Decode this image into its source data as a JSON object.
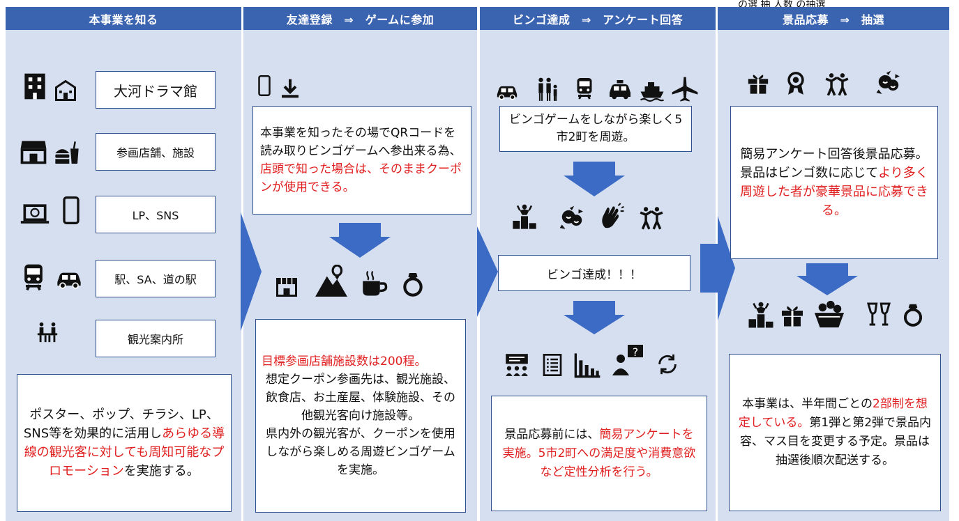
{
  "top_fragment": "の選 抽 人数 の抽選",
  "columns": [
    {
      "header": "本事業を知る",
      "channels": [
        {
          "label": "大河ドラマ館",
          "icons": [
            "building-icon",
            "school-icon"
          ]
        },
        {
          "label": "参画店舗、施設",
          "icons": [
            "storefront-icon",
            "fastfood-icon"
          ]
        },
        {
          "label": "LP、SNS",
          "icons": [
            "laptop-icon",
            "smartphone-icon"
          ]
        },
        {
          "label": "駅、SA、道の駅",
          "icons": [
            "train-icon",
            "car-icon"
          ]
        },
        {
          "label": "観光案内所",
          "icons": [
            "reception-icon"
          ]
        }
      ],
      "summary": {
        "pre": "ポスター、ポップ、チラシ、LP、SNS等を効果的に活用し",
        "red": "あらゆる導線の観光客に対しても周知可能なプロモーション",
        "post": "を実施する。"
      }
    },
    {
      "header": "友達登録　⇒　ゲームに参加",
      "top_icons": [
        "smartphone-icon",
        "download-icon"
      ],
      "intro": {
        "pre": "本事業を知ったその場でQRコードを読み取りビンゴゲームへ参出来る為、",
        "red": "店頭で知った場合は、そのままクーポンが使用できる。"
      },
      "mid_icons": [
        "store-icon",
        "mountain-balloon-icon",
        "coffee-icon",
        "ring-icon"
      ],
      "detail": {
        "red": "目標参画店舗施設数は200程。",
        "line1": "想定クーポン参画先は、観光施設、飲食店、お土産屋、体験施設、その他観光客向け施設等。",
        "line2": "県内外の観光客が、クーポンを使用しながら楽しめる周遊ビンゴゲームを実施。"
      }
    },
    {
      "header": "ビンゴ達成　⇒　アンケート回答",
      "top_icons": [
        "car-icon",
        "family-icon",
        "train-icon",
        "taxi-icon",
        "ship-icon",
        "airplane-icon"
      ],
      "intro": "ビンゴゲームをしながら楽しく5市2町を周遊。",
      "celebrate_icons": [
        "podium-icon",
        "celebrate-icon",
        "clap-icon",
        "dance-icon"
      ],
      "bingo": "ビンゴ達成！！！",
      "survey_icons": [
        "meeting-icon",
        "list-icon",
        "bar-chart-icon",
        "question-icon",
        "refresh-icon"
      ],
      "detail": {
        "pre": "景品応募前には、",
        "red": "簡易アンケートを実施。5市2町への満足度や消費意欲など定性分析を行う。"
      }
    },
    {
      "header": "景品応募　⇒　抽選",
      "top_icons": [
        "gift-icon",
        "award-icon",
        "dance-icon",
        "celebrate-icon"
      ],
      "intro": {
        "pre": "簡易アンケート回答後景品応募。景品はビンゴ数に応じて",
        "red": "より多く周遊した者が豪華景品に応募できる。"
      },
      "prize_icons": [
        "podium-icon",
        "gift-icon",
        "fruit-basket-icon",
        "champagne-icon",
        "ring-icon"
      ],
      "detail": {
        "pre": "本事業は、半年間ごとの",
        "red": "2部制を想定している。",
        "post": "第1弾と第2弾で景品内容、マス目を変更する予定。景品は抽選後順次配送する。"
      }
    }
  ],
  "colors": {
    "header_bg": "#3a63b0",
    "column_bg": "#d6dff0",
    "arrow": "#3b6bc4",
    "accent_red": "#e02020"
  }
}
